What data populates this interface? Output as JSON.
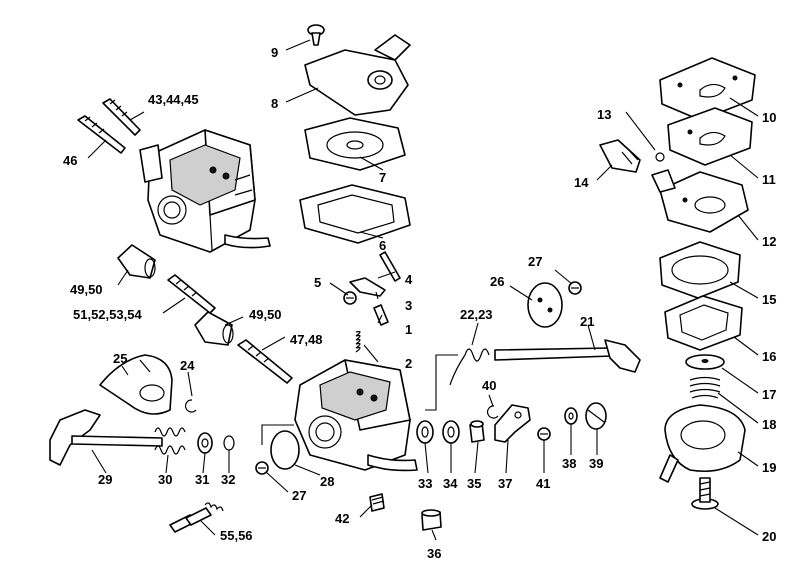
{
  "labels": {
    "l1": "1",
    "l2": "2",
    "l3": "3",
    "l4": "4",
    "l5": "5",
    "l6": "6",
    "l7": "7",
    "l8": "8",
    "l9": "9",
    "l10": "10",
    "l11": "11",
    "l12": "12",
    "l13": "13",
    "l14": "14",
    "l15": "15",
    "l16": "16",
    "l17": "17",
    "l18": "18",
    "l19": "19",
    "l20": "20",
    "l21": "21",
    "l22_23": "22,23",
    "l24": "24",
    "l25": "25",
    "l26": "26",
    "l27a": "27",
    "l27b": "27",
    "l28": "28",
    "l29": "29",
    "l30": "30",
    "l31": "31",
    "l32": "32",
    "l33": "33",
    "l34": "34",
    "l35": "35",
    "l36": "36",
    "l37": "37",
    "l38": "38",
    "l39": "39",
    "l40": "40",
    "l41": "41",
    "l42": "42",
    "l43_44_45": "43,44,45",
    "l46": "46",
    "l47_48": "47,48",
    "l49_50a": "49,50",
    "l49_50b": "49,50",
    "l51_54": "51,52,53,54",
    "l55_56": "55,56"
  }
}
